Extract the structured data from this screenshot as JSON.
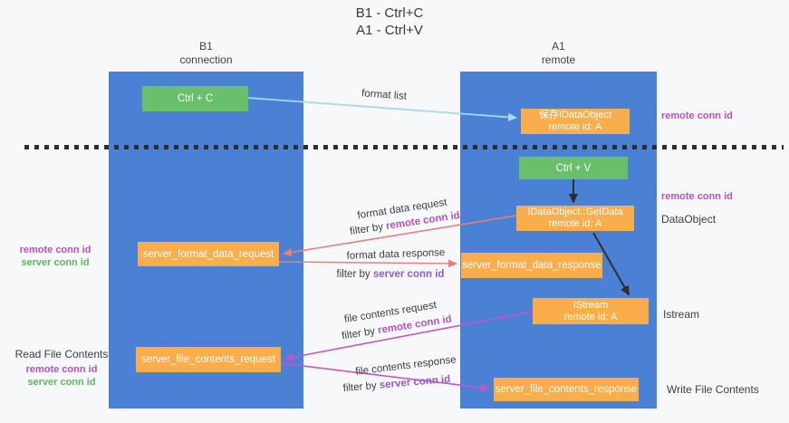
{
  "title": {
    "line1": "B1 - Ctrl+C",
    "line2": "A1 - Ctrl+V"
  },
  "lanes": {
    "left": {
      "title": "B1",
      "subtitle": "connection"
    },
    "right": {
      "title": "A1",
      "subtitle": "remote"
    }
  },
  "boxes": {
    "ctrl_c": {
      "label": "Ctrl + C"
    },
    "save_dataobject": {
      "line1": "保存IDataObject",
      "line2": "remote id: A"
    },
    "ctrl_v": {
      "label": "Ctrl + V"
    },
    "getdata": {
      "line1": "IDataObject::GetData",
      "line2": "remote id: A"
    },
    "format_request": {
      "label": "server_format_data_request"
    },
    "format_response": {
      "label": "server_format_data_response"
    },
    "istream": {
      "line1": "IStream",
      "line2": "remote id: A"
    },
    "file_request": {
      "label": "server_file_contents_request"
    },
    "file_response": {
      "label": "server_file_contents_response"
    }
  },
  "arrows": {
    "format_list": {
      "label": "format list"
    },
    "format_data_request": {
      "label": "format data request",
      "filter_prefix": "filter by",
      "filter_key": "remote conn id"
    },
    "format_data_response": {
      "label": "format data response",
      "filter_prefix": "filter by",
      "filter_key": "server conn id"
    },
    "file_contents_request": {
      "label": "file contents request",
      "filter_prefix": "filter by",
      "filter_key": "remote conn id"
    },
    "file_contents_response": {
      "label": "file contents response",
      "filter_prefix": "filter by",
      "filter_key": "server conn id"
    }
  },
  "side_labels": {
    "right_remote_conn_top": "remote conn id",
    "right_remote_conn_mid": "remote conn id",
    "dataobject": "DataObject",
    "istream": "Istream",
    "write_file": "Write File Contents",
    "left_remote_conn_mid": "remote conn id",
    "left_server_conn_mid": "server conn id",
    "read_file": "Read File Contents",
    "left_remote_conn_bottom": "remote conn id",
    "left_server_conn_bottom": "server conn id"
  },
  "colors": {
    "lane_blue": "#4a81d4",
    "box_green": "#6abf6b",
    "box_orange": "#f9ae4b",
    "arrow_salmon": "#e8807a",
    "arrow_magenta": "#c455c8",
    "arrow_lightblue": "#a9d6f2",
    "arrow_black": "#2e2e2e",
    "label_remote_purple": "#b153c4",
    "label_server_purple": "#8f5cc9",
    "label_server_green": "#5cb55f"
  }
}
